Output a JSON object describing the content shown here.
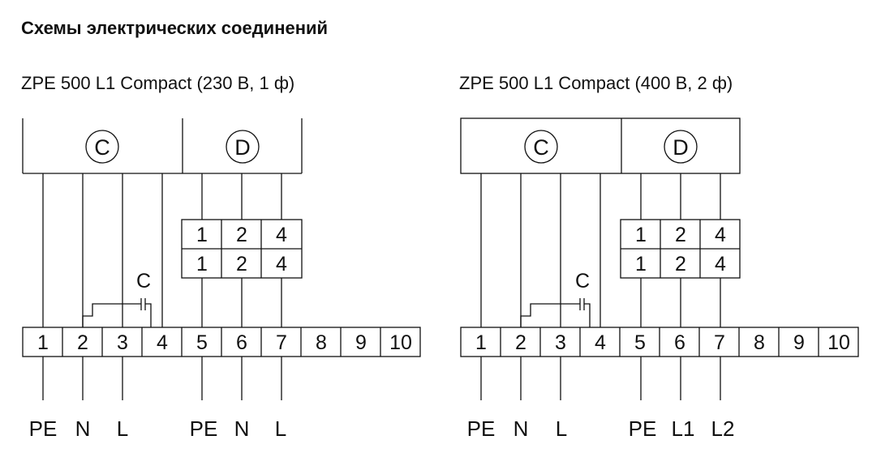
{
  "title": "Схемы электрических соединений",
  "diagrams": [
    {
      "subtitle": "ZPE 500 L1 Compact (230 В, 1 ф)",
      "c_label": "C",
      "d_label": "D",
      "cap_label": "C",
      "d_block_top": [
        "1",
        "2",
        "4"
      ],
      "d_block_bottom": [
        "1",
        "2",
        "4"
      ],
      "terminals": [
        "1",
        "2",
        "3",
        "4",
        "5",
        "6",
        "7",
        "8",
        "9",
        "10"
      ],
      "supply": [
        "PE",
        "N",
        "L",
        "PE",
        "N",
        "L"
      ]
    },
    {
      "subtitle": "ZPE 500 L1 Compact (400 В, 2 ф)",
      "c_label": "C",
      "d_label": "D",
      "cap_label": "C",
      "d_block_top": [
        "1",
        "2",
        "4"
      ],
      "d_block_bottom": [
        "1",
        "2",
        "4"
      ],
      "terminals": [
        "1",
        "2",
        "3",
        "4",
        "5",
        "6",
        "7",
        "8",
        "9",
        "10"
      ],
      "supply": [
        "PE",
        "N",
        "L",
        "PE",
        "L1",
        "L2"
      ]
    }
  ]
}
